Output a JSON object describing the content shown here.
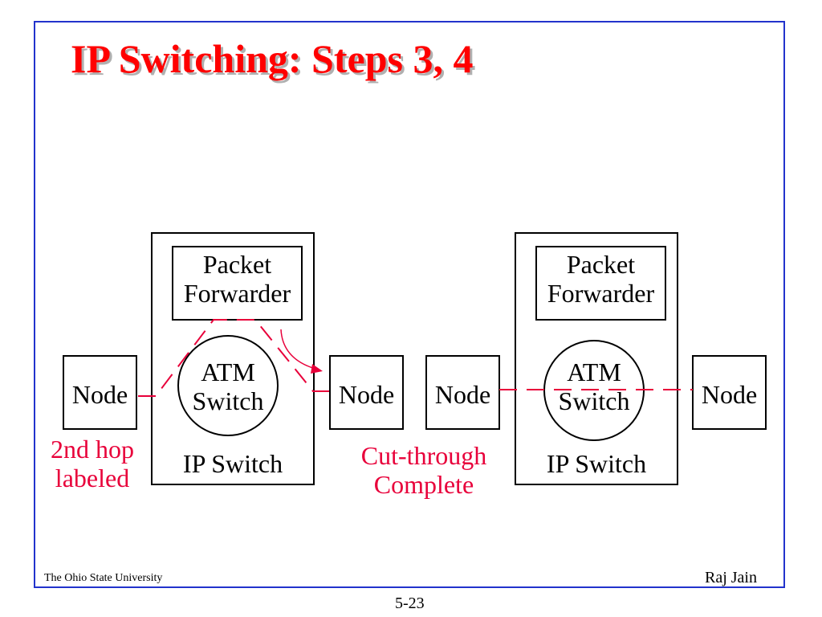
{
  "slide": {
    "title": "IP Switching: Steps 3, 4",
    "footer_left": "The Ohio State University",
    "footer_right": "Raj Jain",
    "page_number": "5-23"
  },
  "diagram": {
    "left_switch": {
      "forwarder_line1": "Packet",
      "forwarder_line2": "Forwarder",
      "atm_line1": "ATM",
      "atm_line2": "Switch",
      "label": "IP Switch"
    },
    "right_switch": {
      "forwarder_line1": "Packet",
      "forwarder_line2": "Forwarder",
      "atm_line1": "ATM",
      "atm_line2": "Switch",
      "label": "IP Switch"
    },
    "nodes": [
      "Node",
      "Node",
      "Node",
      "Node"
    ],
    "annotations": {
      "second_hop_line1": "2nd hop",
      "second_hop_line2": "labeled",
      "cut_through_line1": "Cut-through",
      "cut_through_line2": "Complete"
    },
    "colors": {
      "border": "#2233cc",
      "title": "#ff0000",
      "annotation": "#e8003a",
      "link": "#e8003a"
    }
  }
}
